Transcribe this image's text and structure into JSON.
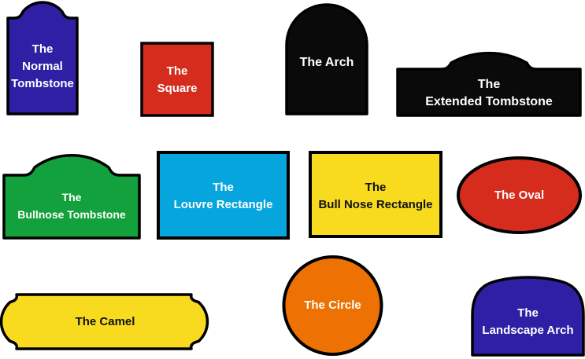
{
  "canvas": {
    "background": "#FFFFFF",
    "outline_color": "#000000"
  },
  "shapes": {
    "normal_tombstone": {
      "label_lines": [
        "The",
        "Normal",
        "Tombstone"
      ],
      "color": "#2E1FA5",
      "text_color": "#FFFFFF"
    },
    "square": {
      "label_lines": [
        "The",
        "Square"
      ],
      "color": "#D52C1D",
      "text_color": "#FFFFFF"
    },
    "arch": {
      "label_lines": [
        "The Arch"
      ],
      "color": "#0A0A0A",
      "text_color": "#FFFFFF"
    },
    "extended_tombstone": {
      "label_lines": [
        "The",
        "Extended Tombstone"
      ],
      "color": "#0A0A0A",
      "text_color": "#FFFFFF"
    },
    "bullnose_tombstone": {
      "label_lines": [
        "The",
        "Bullnose Tombstone"
      ],
      "color": "#12A13C",
      "text_color": "#FFFFFF"
    },
    "louvre_rectangle": {
      "label_lines": [
        "The",
        "Louvre Rectangle"
      ],
      "color": "#06A5DD",
      "text_color": "#FFFFFF"
    },
    "bull_nose_rectangle": {
      "label_lines": [
        "The",
        "Bull Nose Rectangle"
      ],
      "color": "#F8DB1F",
      "text_color": "#111111"
    },
    "oval": {
      "label_lines": [
        "The Oval"
      ],
      "color": "#D52C1D",
      "text_color": "#FFFFFF"
    },
    "camel": {
      "label_lines": [
        "The Camel"
      ],
      "color": "#F8DB1F",
      "text_color": "#111111"
    },
    "circle": {
      "label_lines": [
        "The Circle"
      ],
      "color": "#ED7203",
      "text_color": "#FFFFFF"
    },
    "landscape_arch": {
      "label_lines": [
        "The",
        "Landscape Arch"
      ],
      "color": "#2E1FA5",
      "text_color": "#FFFFFF"
    }
  }
}
